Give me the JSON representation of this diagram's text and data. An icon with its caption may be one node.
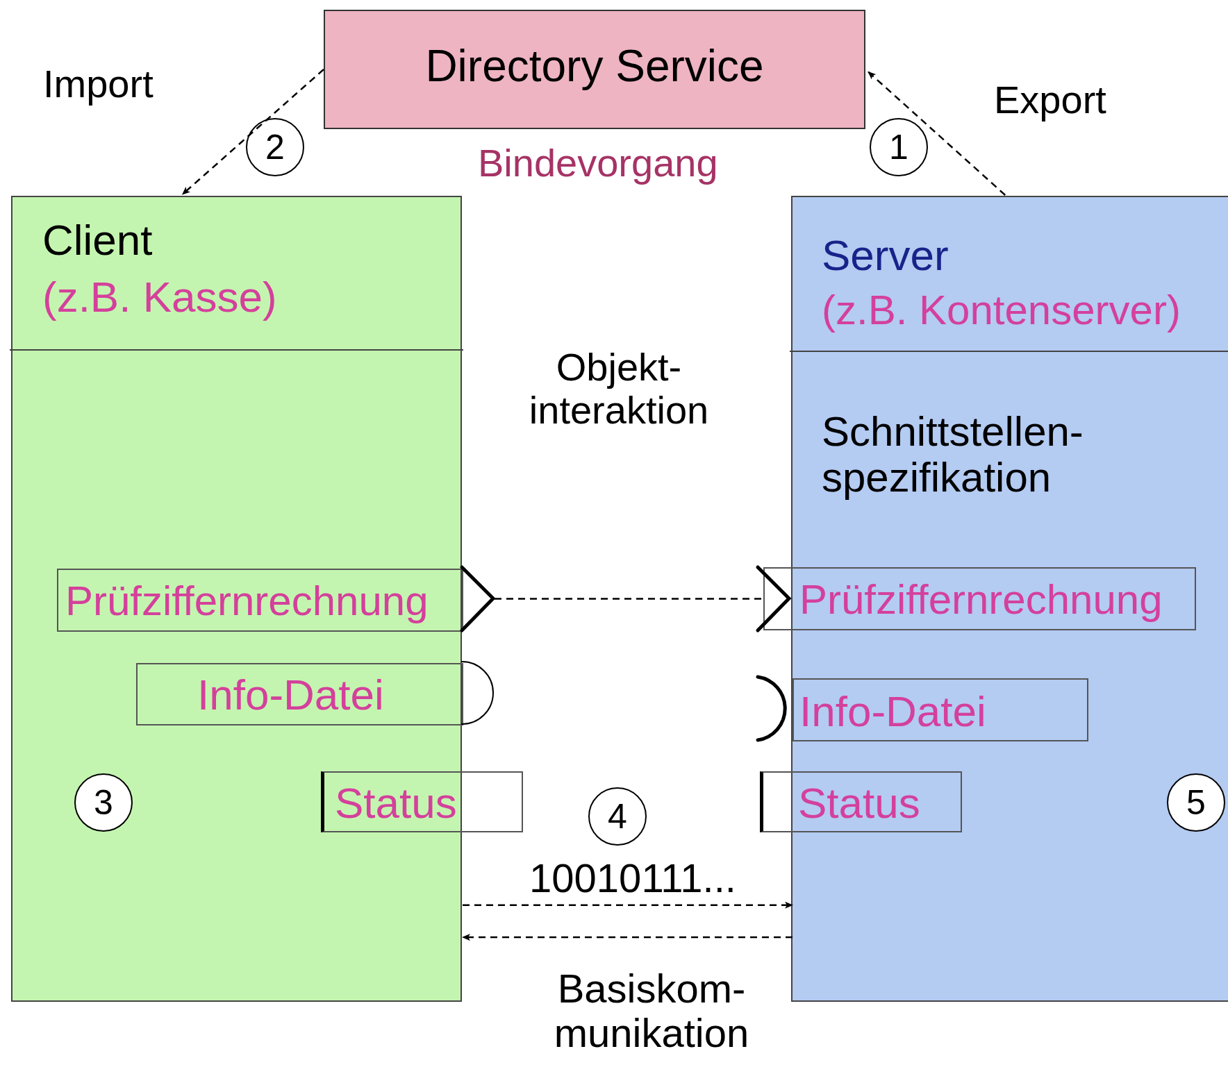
{
  "diagram": {
    "nodes": [
      {
        "text": [
          "Directory Service"
        ]
      },
      {
        "text": [
          "Client",
          "(z.B. Kasse)"
        ]
      },
      {
        "text": [
          "Prüfziffernrechnung"
        ],
        "in": 1
      },
      {
        "text": [
          "Info-Datei"
        ],
        "in": 1
      },
      {
        "text": [
          "Status"
        ]
      },
      {
        "text": [
          "Server",
          "(z.B. Kontenserver)",
          "Schnittstellen- spezifikation"
        ]
      },
      {
        "text": [
          "Prüfziffernrechnung"
        ]
      },
      {
        "text": [
          "Info-Datei"
        ],
        "in": 5
      },
      {
        "text": [
          "Status"
        ]
      }
    ],
    "edges": [
      {
        "from": 0,
        "to": 1,
        "arrow": "to",
        "style": "dashed"
      },
      {
        "from": 5,
        "to": 0,
        "arrow": "to",
        "style": "dashed"
      },
      {
        "from": 2,
        "to": 6,
        "arrow": "none",
        "style": "dashed"
      },
      {
        "from": 1,
        "to": 5,
        "arrow": "to",
        "style": "dashed",
        "label": "10010111..."
      },
      {
        "from": 5,
        "to": 1,
        "arrow": "to",
        "style": "dashed"
      }
    ],
    "labels": [
      "Import",
      "Export",
      "Bindevorgang",
      "2",
      "1",
      "Objekt- interaktion",
      "3",
      "4",
      "5",
      "Basiskom- munikation"
    ]
  }
}
